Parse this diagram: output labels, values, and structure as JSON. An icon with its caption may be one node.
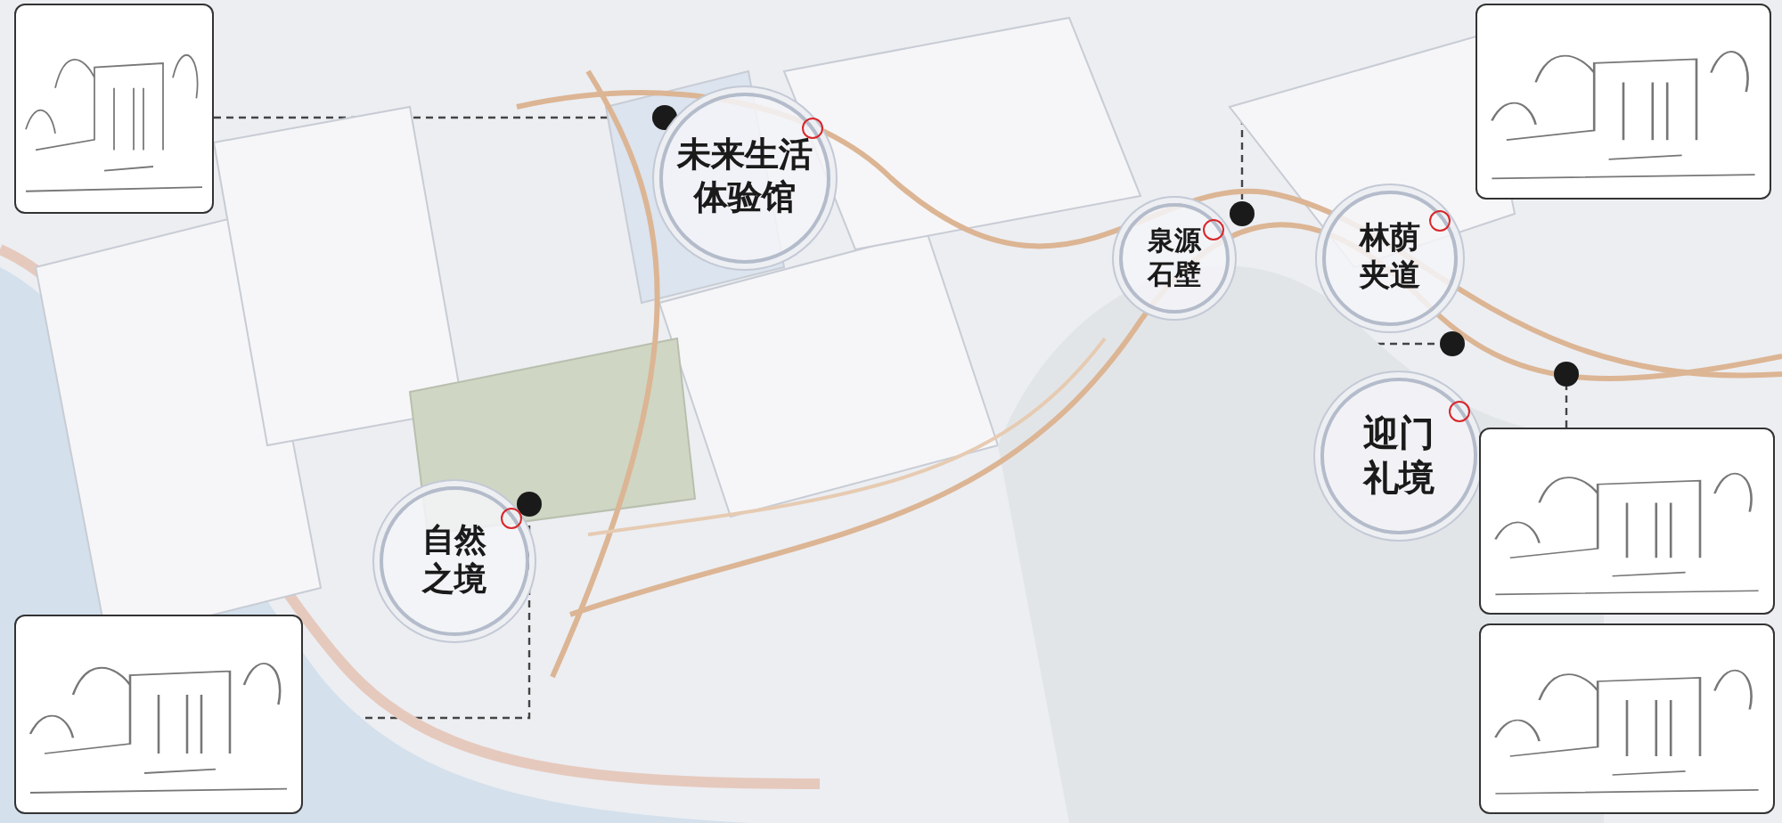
{
  "diagram": {
    "nodes": [
      {
        "text": [],
        "shape": "picture"
      },
      {
        "text": [],
        "shape": "circle"
      },
      {
        "text": [
          "未来生活体验馆"
        ]
      },
      {
        "text": [],
        "shape": "picture"
      },
      {
        "text": [],
        "shape": "circle"
      },
      {
        "text": [
          "泉源石壁"
        ]
      },
      {
        "text": [
          "林荫夹道"
        ]
      },
      {
        "text": [],
        "shape": "circle"
      },
      {
        "text": [],
        "shape": "circle"
      },
      {
        "text": [
          "迎门礼境"
        ]
      },
      {
        "text": [],
        "shape": "picture"
      },
      {
        "text": [],
        "shape": "circle"
      },
      {
        "text": [
          "自然之境"
        ]
      },
      {
        "text": [],
        "shape": "picture"
      },
      {
        "text": [],
        "shape": "picture"
      }
    ],
    "edges": [
      {
        "from": 0,
        "to": 1,
        "arrow": "none",
        "style": "dashed"
      },
      {
        "from": 3,
        "to": 4,
        "arrow": "none",
        "style": "dashed"
      },
      {
        "from": 10,
        "to": 8,
        "arrow": "none",
        "style": "dashed"
      },
      {
        "from": 14,
        "to": 7,
        "arrow": "none",
        "style": "dashed"
      },
      {
        "from": 13,
        "to": 11,
        "arrow": "none",
        "style": "dashed"
      }
    ]
  }
}
